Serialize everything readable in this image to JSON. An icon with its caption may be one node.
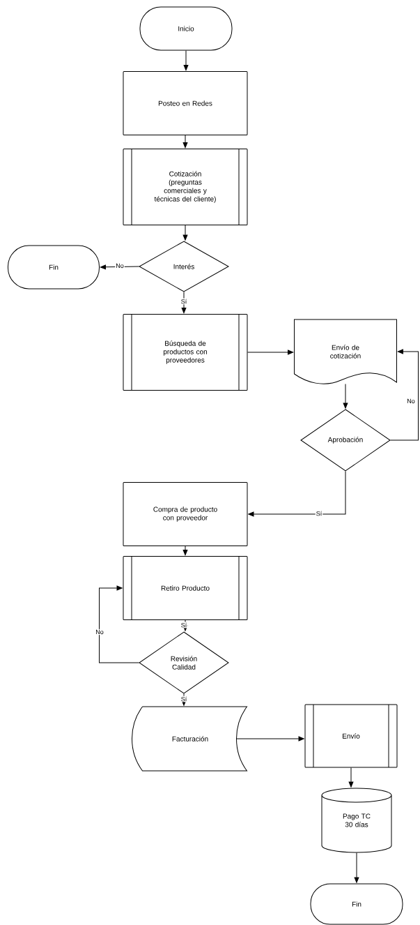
{
  "diagram": {
    "nodes": [
      {
        "text": [
          "Inicio"
        ]
      },
      {
        "text": [
          "Posteo en Redes"
        ]
      },
      {
        "text": [
          "Cotización (preguntas comerciales y técnicas del cliente)"
        ]
      },
      {
        "text": [
          "Fin"
        ]
      },
      {
        "text": [
          "Interés"
        ]
      },
      {
        "text": [
          "Búsqueda de productos con proveedores"
        ]
      },
      {
        "text": [
          "Envío de cotización"
        ]
      },
      {
        "text": [
          "Aprobación"
        ]
      },
      {
        "text": [
          "Compra de producto con proveedor"
        ]
      },
      {
        "text": [
          "Retiro Producto"
        ]
      },
      {
        "text": [
          "Revisión Calidad"
        ]
      },
      {
        "text": [
          "Facturación"
        ]
      },
      {
        "text": [
          "Envío"
        ]
      },
      {
        "text": [
          "Pago TC 30 días"
        ]
      },
      {
        "text": [
          "Fin"
        ]
      }
    ],
    "edges": [
      {
        "from": 0,
        "to": 1,
        "arrow": "to"
      },
      {
        "from": 1,
        "to": 2,
        "arrow": "to"
      },
      {
        "from": 2,
        "to": 4,
        "arrow": "to"
      },
      {
        "from": 4,
        "to": 3,
        "arrow": "to",
        "label": "No"
      },
      {
        "from": 4,
        "to": 5,
        "arrow": "to",
        "label": "Sí"
      },
      {
        "from": 5,
        "to": 6,
        "arrow": "to"
      },
      {
        "from": 6,
        "to": 7,
        "arrow": "to"
      },
      {
        "from": 7,
        "to": 6,
        "arrow": "to",
        "label": "No"
      },
      {
        "from": 7,
        "to": 8,
        "arrow": "to",
        "label": "Sí"
      },
      {
        "from": 8,
        "to": 9,
        "arrow": "to"
      },
      {
        "from": 9,
        "to": 10,
        "arrow": "to",
        "label": "Sí"
      },
      {
        "from": 10,
        "to": 9,
        "arrow": "to",
        "label": "No"
      },
      {
        "from": 10,
        "to": 11,
        "arrow": "to",
        "label": "Sí"
      },
      {
        "from": 11,
        "to": 12,
        "arrow": "to"
      },
      {
        "from": 12,
        "to": 13,
        "arrow": "to"
      },
      {
        "from": 13,
        "to": 14,
        "arrow": "to"
      }
    ]
  }
}
